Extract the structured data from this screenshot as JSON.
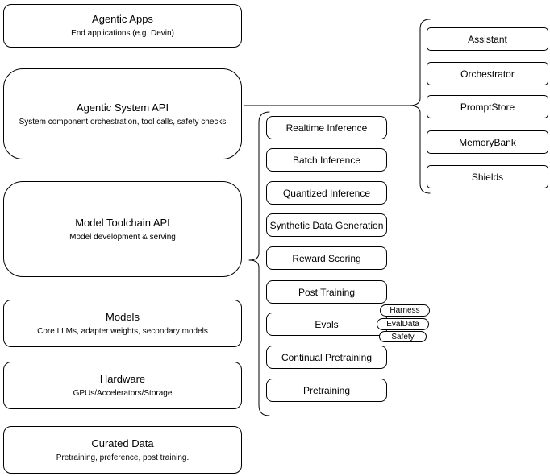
{
  "diagram": {
    "left_stack": [
      {
        "title": "Agentic Apps",
        "subtitle": "End applications (e.g. Devin)"
      },
      {
        "title": "Agentic System API",
        "subtitle": "System component orchestration, tool calls, safety checks"
      },
      {
        "title": "Model Toolchain API",
        "subtitle": "Model development & serving"
      },
      {
        "title": "Models",
        "subtitle": "Core LLMs, adapter weights, secondary models"
      },
      {
        "title": "Hardware",
        "subtitle": "GPUs/Accelerators/Storage"
      },
      {
        "title": "Curated Data",
        "subtitle": "Pretraining, preference, post training."
      }
    ],
    "toolchain_items": [
      "Realtime Inference",
      "Batch Inference",
      "Quantized Inference",
      "Synthetic Data Generation",
      "Reward Scoring",
      "Post Training",
      "Evals",
      "Continual Pretraining",
      "Pretraining"
    ],
    "evals_tags": [
      "Harness",
      "EvalData",
      "Safety"
    ],
    "system_items": [
      "Assistant",
      "Orchestrator",
      "PromptStore",
      "MemoryBank",
      "Shields"
    ],
    "colors": {
      "stroke": "#000000",
      "fill": "#ffffff",
      "background": "#ffffff"
    }
  }
}
